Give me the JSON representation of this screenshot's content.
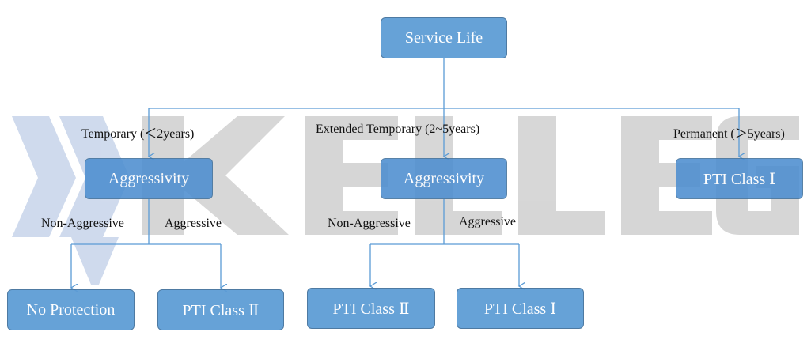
{
  "nodes": {
    "root": "Service Life",
    "aggr_left": "Aggressivity",
    "aggr_mid": "Aggressivity",
    "pti1_right": "PTI Class Ⅰ",
    "no_protection": "No Protection",
    "pti2_left": "PTI Class Ⅱ",
    "pti2_mid": "PTI Class Ⅱ",
    "pti1_mid": "PTI Class Ⅰ"
  },
  "edge_labels": {
    "temporary": "Temporary (＜2years)",
    "extended": "Extended Temporary (2~5years)",
    "permanent": "Permanent (＞5years)",
    "nonaggr_left": "Non-Aggressive",
    "aggr_left": "Aggressive",
    "nonaggr_mid": "Non-Aggressive",
    "aggr_mid": "Aggressive"
  },
  "colors": {
    "box_fill": "#5b9bd5",
    "box_border": "#41719c",
    "connector": "#5b9bd5",
    "watermark_gray": "#c9c9c9",
    "watermark_blue": "#a9bddf"
  }
}
